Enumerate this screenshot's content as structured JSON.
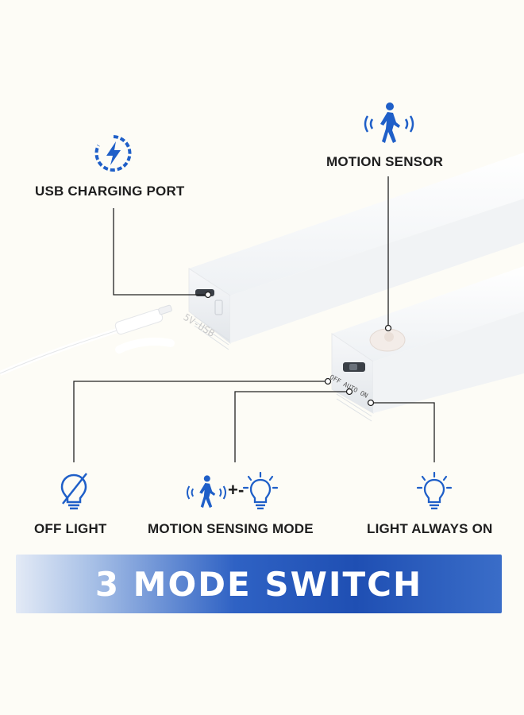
{
  "labels": {
    "usb_charging_port": "USB CHARGING PORT",
    "motion_sensor": "MOTION SENSOR",
    "off_light": "OFF LIGHT",
    "motion_sensing_mode": "MOTION SENSING MODE",
    "light_always_on": "LIGHT ALWAYS ON"
  },
  "device": {
    "port_marking": "5V-USB",
    "switch_marking": "OFF AUTO ON"
  },
  "banner": {
    "title": "3 MODE SWITCH"
  },
  "symbols": {
    "plus_minus": "+-"
  },
  "colors": {
    "accent_blue": "#1f5fc8",
    "banner_blue": "#1f4fb3",
    "background": "#fdfcf6",
    "text": "#1e1e1e"
  },
  "icons": [
    "battery-charge-icon",
    "motion-person-icon",
    "light-off-icon",
    "motion-person-icon",
    "bulb-on-icon",
    "bulb-on-icon"
  ]
}
